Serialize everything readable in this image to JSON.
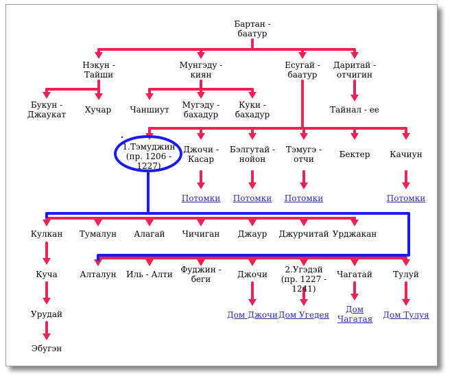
{
  "colors": {
    "line": "#ee2255",
    "highlight": "#1a1aff"
  },
  "nodes": {
    "bartan": "Бартан - баатур",
    "nekun": "Нэкун - Тайши",
    "mungedu": "Мунгэду - киян",
    "esugai": "Есугай - баатур",
    "daritai": "Даритай - отчигин",
    "bukun": "Букун - Джаукат",
    "khuchar": "Хучар",
    "chanshiut": "Чаншиут",
    "mugedu": "Мугэду - бахадур",
    "kuki": "Куки - бахадур",
    "tainal": "Тайнал - ее",
    "temujin": "1.Тэмуджин (пр. 1206 - 1227)",
    "jochi_kasar": "Джочи - Касар",
    "belgutai": "Бэлгутай - нойон",
    "temuge": "Тэмугэ - отчи",
    "bekter": "Бектер",
    "kachiun": "Качиун",
    "kulkan": "Кулкан",
    "tumalun": "Тумалун",
    "alagai": "Алагай",
    "chichigan": "Чичиган",
    "jaur": "Джаур",
    "jurchitai": "Джурчитай",
    "urjakan": "Урджакан",
    "kucha": "Куча",
    "altalun": "Алталун",
    "il_alti": "Иль - Алти",
    "fujin": "Фуджин - беги",
    "jochi": "Джочи",
    "ugedei": "2.Угэдэй (пр. 1227 - 1241)",
    "chagatai": "Чагатай",
    "tului": "Тулуй",
    "urudai": "Урудай",
    "ebugen": "Эбугэн"
  },
  "links": {
    "potomki_kasar": "Потомки",
    "potomki_belgutai": "Потомки",
    "potomki_temuge": "Потомки",
    "potomki_kachiun": "Потомки",
    "dom_jochi": "Дом Джочи",
    "dom_ugedei": "Дом Угедея",
    "dom_chagatai": "Дом Чагатая",
    "dom_tului": "Дом Тулуя"
  }
}
